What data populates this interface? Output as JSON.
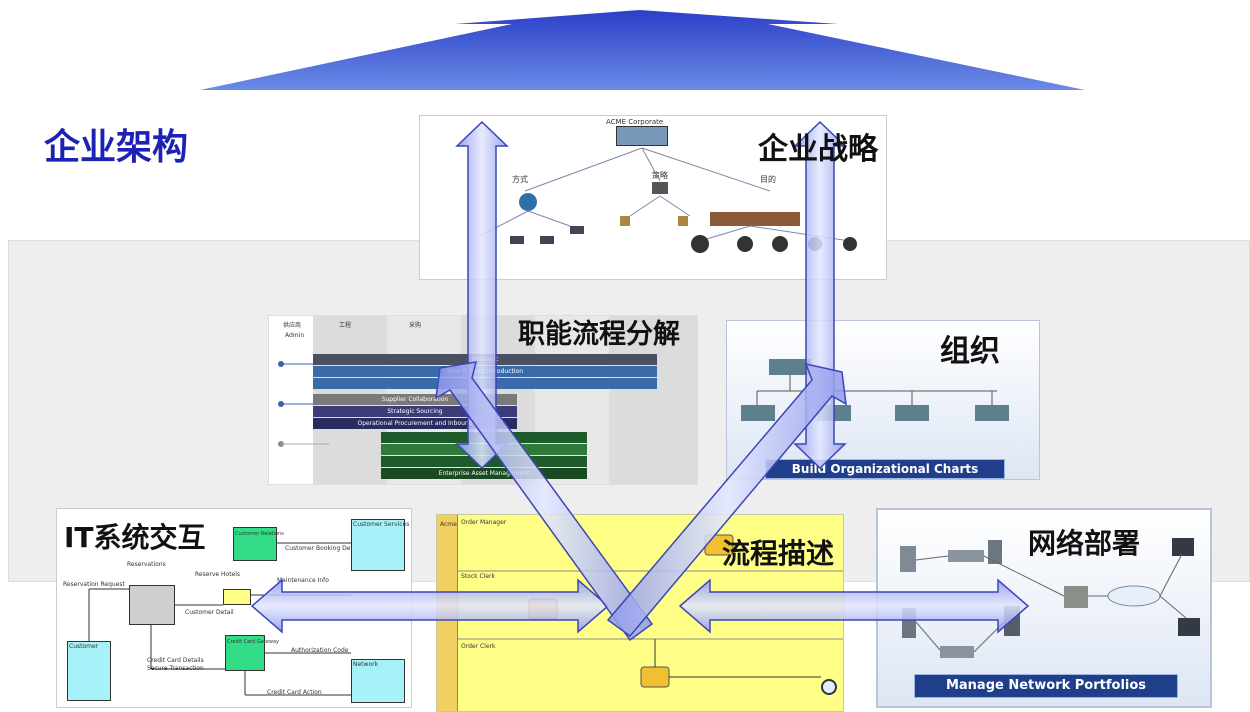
{
  "page_title": "企业架构",
  "layers": {
    "strategy": {
      "label": "企业战略",
      "corp_name": "ACME Corporate",
      "col_left": "方式",
      "col_mid": "策略",
      "col_right": "目的"
    },
    "process_decomposition": {
      "label": "职能流程分解",
      "col_headers": [
        "供应商",
        "工程",
        "采购"
      ],
      "row_label": "Admin",
      "bars": [
        "Strategic",
        "New Product Introduction",
        "Supplier Collaboration",
        "Strategic Sourcing",
        "Operational Procurement and Inbound",
        "Enterprise Asset Management"
      ]
    },
    "organization": {
      "label": "组织",
      "banner": "Build Organizational Charts"
    },
    "it_interaction": {
      "label": "IT系统交互",
      "items": [
        "Customer Relations",
        "Customer Booking Details",
        "Customer Services",
        "Reservations",
        "Reservation Request",
        "Reserve Hotels",
        "Maintenance Info",
        "Customer Detail",
        "Credit Card Details",
        "Secure Transaction",
        "Credit Card Gateway",
        "Authorization Code",
        "Credit Card Action",
        "Customer",
        "Network"
      ]
    },
    "process_description": {
      "label": "流程描述",
      "lanes": [
        "Order Manager",
        "Stock Clerk",
        "Order Clerk"
      ],
      "pool": "Acme"
    },
    "network": {
      "label": "网络部署",
      "banner": "Manage Network Portfolios"
    }
  },
  "colors": {
    "title": "#1d22b4",
    "arrow_fill": "#aeb8f2",
    "arrow_stroke": "#3c46b8",
    "top_arrow": "#3548cc",
    "backdrop": "#eeeeee"
  }
}
